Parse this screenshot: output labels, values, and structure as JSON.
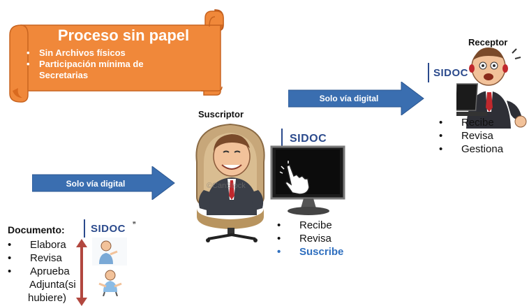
{
  "banner": {
    "title": "Proceso sin papel",
    "bullets": [
      "Sin Archivos físicos",
      "Participación mínima de Secretarias"
    ],
    "bullet_glyph": "•",
    "color": "#f0883a"
  },
  "arrows": {
    "left_label": "Solo vía digital",
    "top_label": "Solo vía digital",
    "color": "#3a6eb0"
  },
  "logo": {
    "text": "SIDOC"
  },
  "document": {
    "heading": "Documento:",
    "items": [
      "Elabora",
      "Revisa",
      "Aprueba"
    ],
    "extra_line1": "Adjunta(si",
    "extra_line2": "hubiere)"
  },
  "suscriptor": {
    "heading": "Suscriptor",
    "items": [
      "Recibe",
      "Revisa"
    ],
    "highlight_item": "Suscribe",
    "highlight_color": "#2f6fbf",
    "watermark": "©CanStock"
  },
  "receptor": {
    "heading": "Receptor",
    "items": [
      "Recibe",
      "Revisa",
      "Gestiona"
    ]
  },
  "bullet": "•"
}
